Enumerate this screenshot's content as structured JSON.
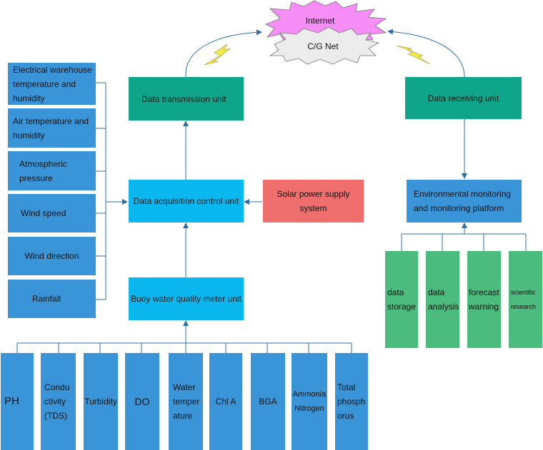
{
  "cloud": {
    "internet": "Internet",
    "cg_net": "C/G Net"
  },
  "units": {
    "transmission": "Data transmission unit",
    "receiving": "Data receiving unit",
    "acquisition": "Data acquisition control unit",
    "solar": "Solar power supply system",
    "buoy": "Buoy water quality meter unit",
    "platform": "Environmental monitoring and monitoring platform"
  },
  "weather_sensors": [
    "Electrical warehouse temperature and humidity",
    "Air temperature and humidity",
    "Atmospheric pressure",
    "Wind speed",
    "Wind direction",
    "Rainfall"
  ],
  "water_sensors": [
    "PH",
    "Conductivity (TDS)",
    "Turbidity",
    "DO",
    "Water temperature",
    "Chl A",
    "BGA",
    "Ammonia Nitrogen",
    "Total phosphorus"
  ],
  "water_sensors_wrapped": [
    [
      "PH"
    ],
    [
      "Condu",
      "ctivity",
      "(TDS)"
    ],
    [
      "Turbidity"
    ],
    [
      "DO"
    ],
    [
      "Water",
      "temper",
      "ature"
    ],
    [
      "Chl A"
    ],
    [
      "BGA"
    ],
    [
      "Ammonia",
      "Nitrogen"
    ],
    [
      "Total",
      "phosph",
      "orus"
    ]
  ],
  "platform_functions": [
    "data storage",
    "data analysis",
    "forecast warning",
    "scientific research"
  ],
  "colors": {
    "sensor_blue": "#3a94d8",
    "unit_cyan": "#0ab7ef",
    "unit_teal": "#0ea58a",
    "solar_red": "#ef6f6e",
    "function_green": "#4cbc7e",
    "connector": "#2f6fa6",
    "internet_cloud": "#f78ef7",
    "cg_cloud": "#ececec",
    "lightning": "#f4e94a"
  },
  "icons": [
    "lightning-icon",
    "starburst-cloud-icon"
  ]
}
